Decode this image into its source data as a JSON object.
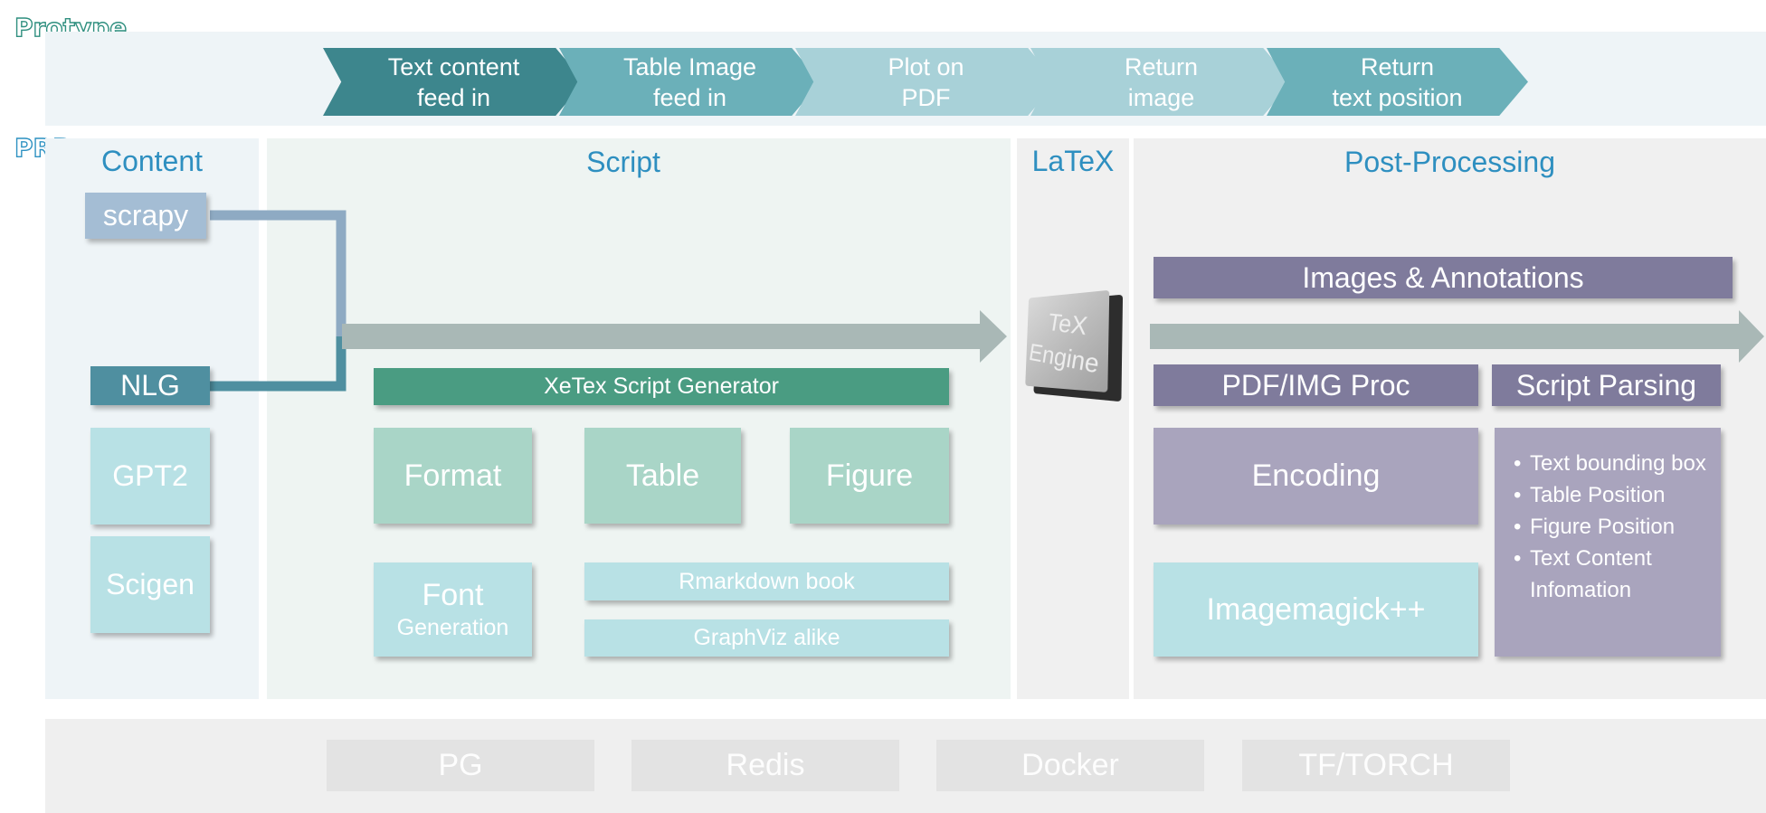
{
  "tags": {
    "protype": "Protype",
    "prd": "PRD"
  },
  "pipeline": [
    {
      "label": "Text content\nfeed in",
      "color": "#3d868d"
    },
    {
      "label": "Table Image\nfeed in",
      "color": "#6bb0b9"
    },
    {
      "label": "Plot on\nPDF",
      "color": "#a8d1d8"
    },
    {
      "label": "Return\nimage",
      "color": "#a8d1d8"
    },
    {
      "label": "Return\ntext position",
      "color": "#6bb0b9"
    }
  ],
  "sections": {
    "content": {
      "title": "Content",
      "scrapy": "scrapy",
      "nlg": "NLG",
      "gpt2": "GPT2",
      "scigen": "Scigen"
    },
    "script": {
      "title": "Script",
      "generator": "XeTex Script Generator",
      "format": "Format",
      "table": "Table",
      "figure": "Figure",
      "font_main": "Font",
      "font_sub": "Generation",
      "rmarkdown": "Rmarkdown book",
      "graphviz": "GraphViz alike"
    },
    "latex": {
      "title": "LaTeX",
      "engine": "TeX\nEngine"
    },
    "post": {
      "title": "Post-Processing",
      "images_annotations": "Images & Annotations",
      "pdf_img_proc": "PDF/IMG Proc",
      "script_parsing": "Script Parsing",
      "encoding": "Encoding",
      "imagemagick": "Imagemagick++",
      "parsing_items": [
        "Text bounding box",
        "Table Position",
        "Figure Position",
        "Text Content Infomation"
      ]
    }
  },
  "infrastructure": [
    "PG",
    "Redis",
    "Docker",
    "TF/TORCH"
  ],
  "colors": {
    "teal_dark": "#3d868d",
    "teal_mid": "#6bb0b9",
    "teal_light": "#a8d1d8",
    "green_dark": "#4a9c82",
    "green_light": "#a9d5c7",
    "cyan_light": "#b8e1e5",
    "purple_dark": "#7f7b9c",
    "purple_light": "#a9a4bd",
    "arrow_gray": "#a9b8b6",
    "title_blue": "#2e8fc0"
  }
}
